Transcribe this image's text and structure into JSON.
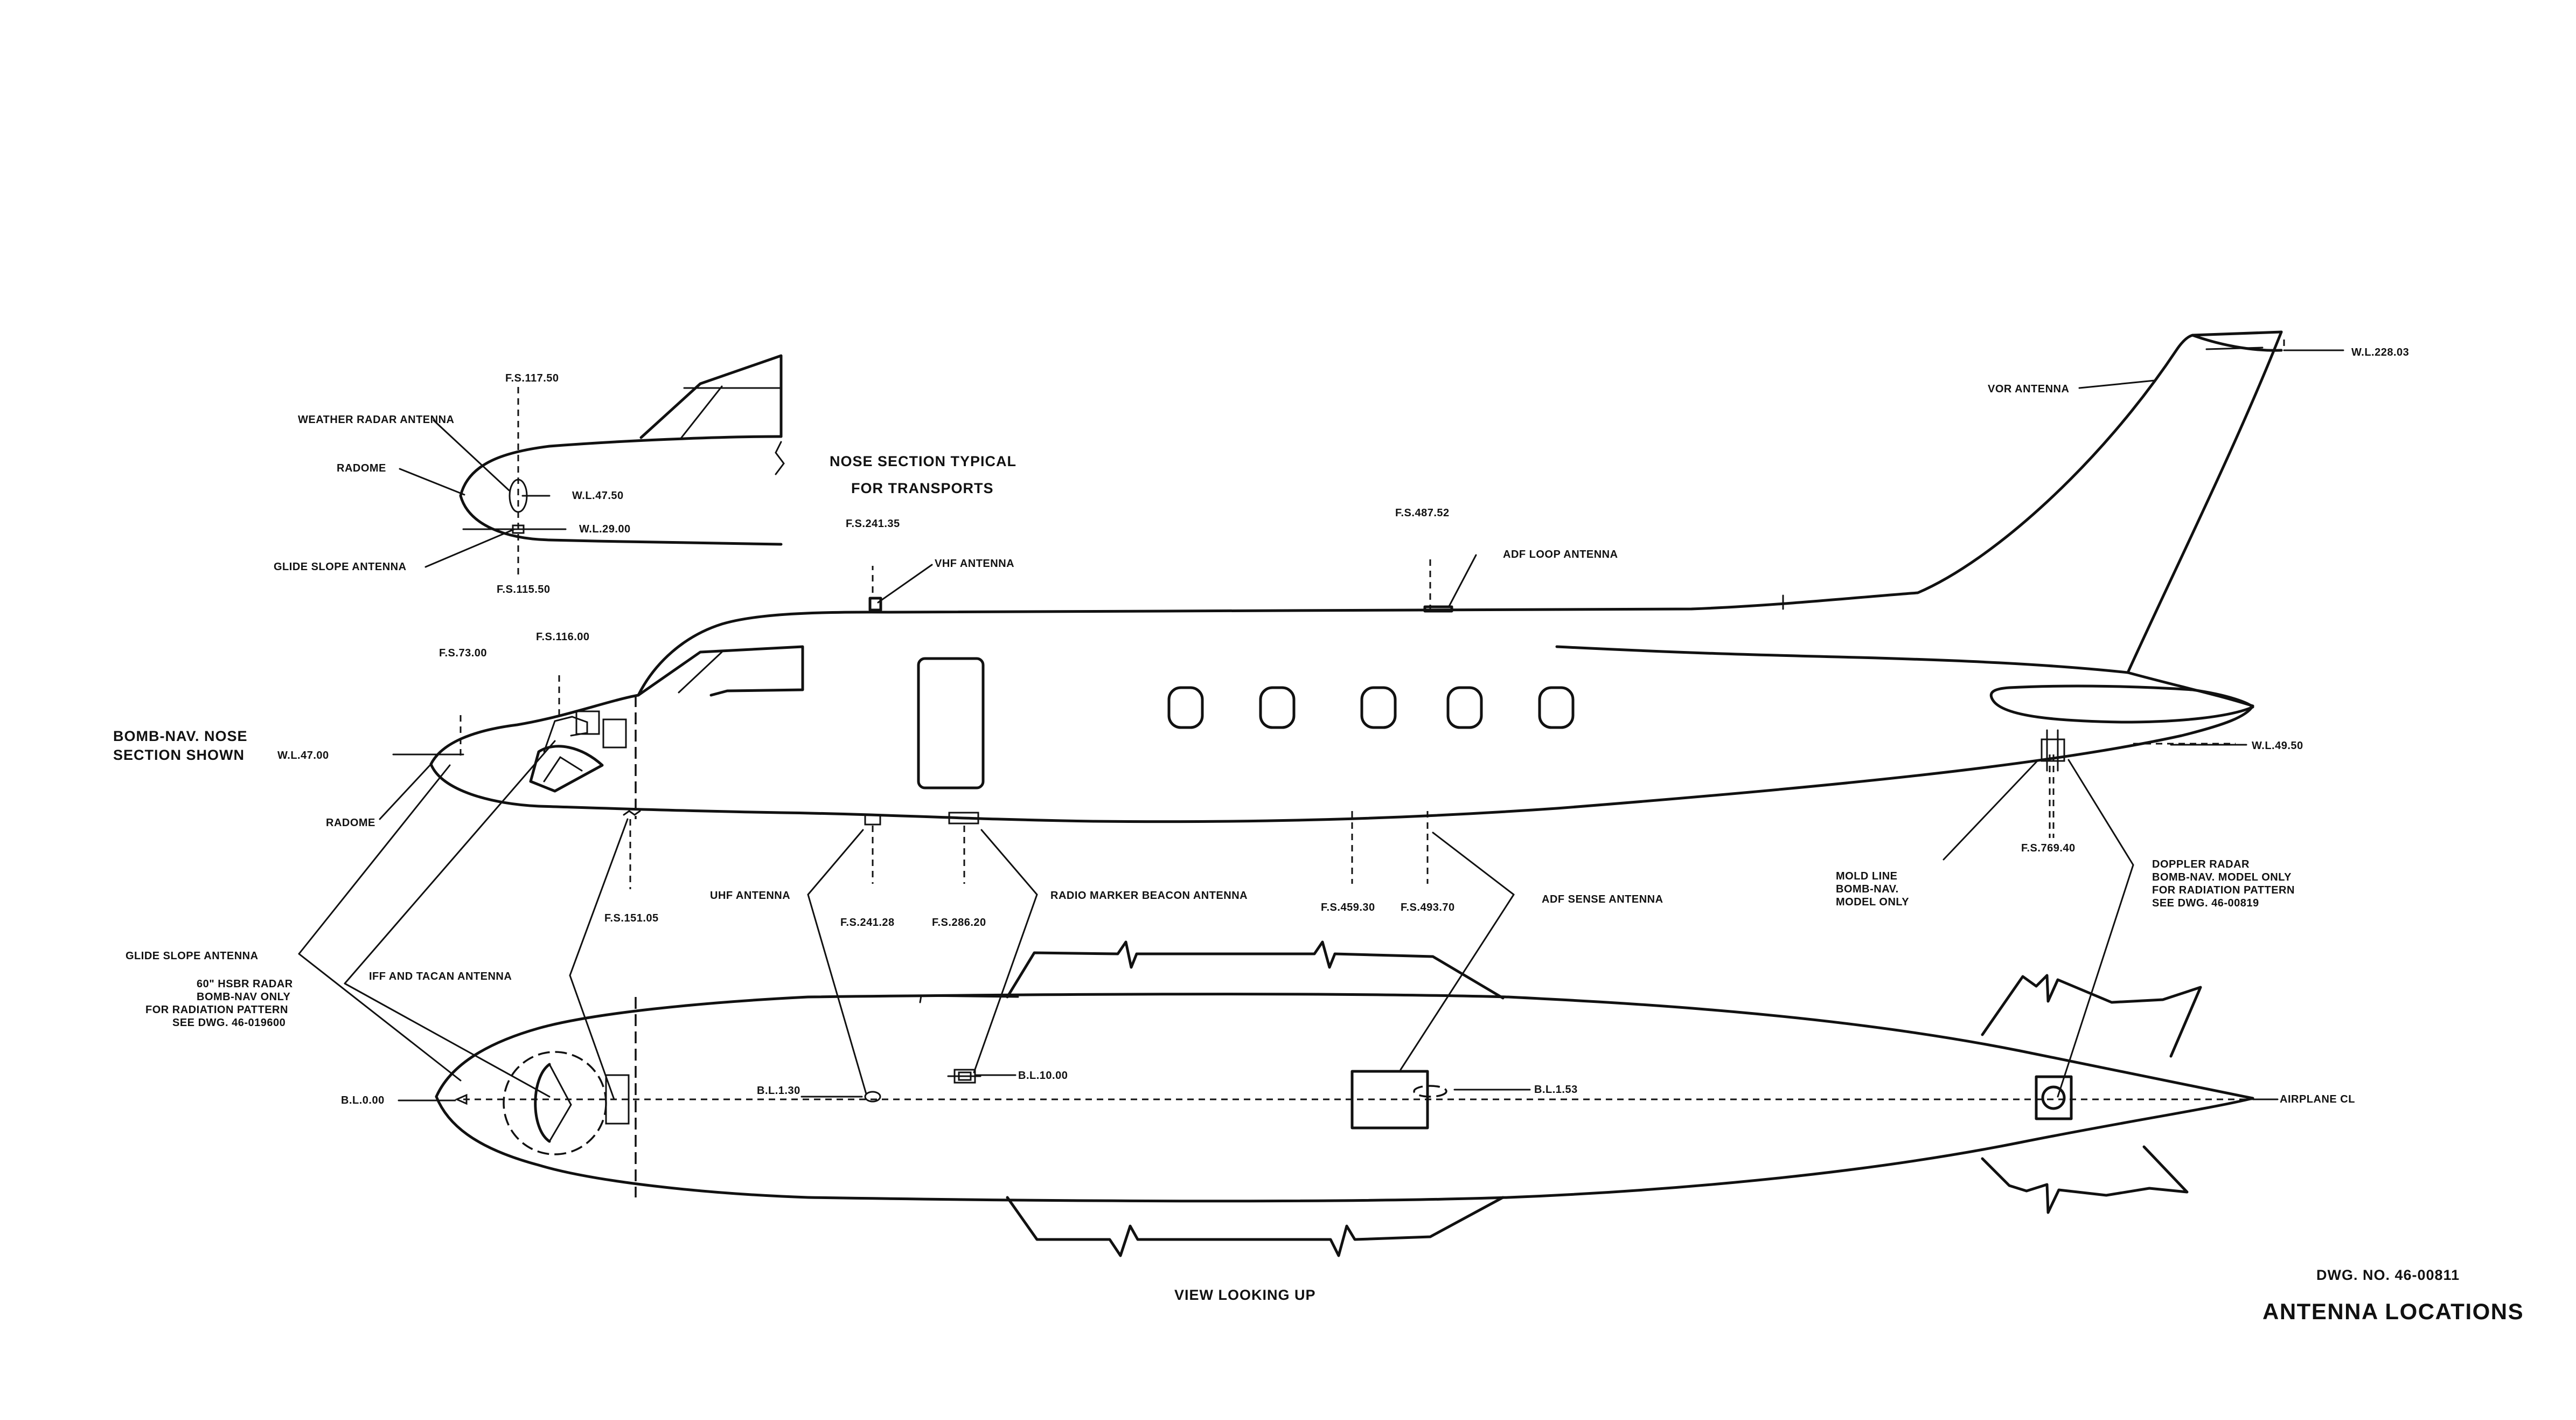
{
  "drawing": {
    "number": "DWG. NO. 46-00811",
    "title": "ANTENNA LOCATIONS"
  },
  "views": {
    "nose_typical": "NOSE SECTION TYPICAL\nFOR TRANSPORTS",
    "bomb_nav_nose": "BOMB-NAV. NOSE\nSECTION SHOWN",
    "bottom": "VIEW LOOKING UP"
  },
  "nose_inset": {
    "fs_117": "F.S.117.50",
    "weather_radar": "WEATHER RADAR ANTENNA",
    "radome": "RADOME",
    "wl_47_50": "W.L.47.50",
    "wl_29": "W.L.29.00",
    "glide_slope": "GLIDE SLOPE ANTENNA",
    "fs_115": "F.S.115.50"
  },
  "side_view": {
    "fs_241_35": "F.S.241.35",
    "vhf": "VHF ANTENNA",
    "fs_487": "F.S.487.52",
    "adf_loop": "ADF LOOP ANTENNA",
    "vor": "VOR ANTENNA",
    "wl_228": "W.L.228.03",
    "fs_116": "F.S.116.00",
    "fs_73": "F.S.73.00",
    "wl_47": "W.L.47.00",
    "radome": "RADOME",
    "wl_49_50": "W.L.49.50",
    "fs_769": "F.S.769.40",
    "mold_line": "MOLD LINE\nBOMB-NAV.\nMODEL ONLY",
    "doppler": "DOPPLER RADAR\nBOMB-NAV. MODEL ONLY\nFOR RADIATION PATTERN\nSEE DWG.  46-00819",
    "uhf": "UHF ANTENNA",
    "fs_241_28": "F.S.241.28",
    "fs_286": "F.S.286.20",
    "radio_marker": "RADIO MARKER BEACON ANTENNA",
    "fs_151": "F.S.151.05",
    "fs_459": "F.S.459.30",
    "fs_493": "F.S.493.70",
    "adf_sense": "ADF SENSE ANTENNA"
  },
  "left_callouts": {
    "glide_slope": "GLIDE SLOPE ANTENNA",
    "iff_tacan": "IFF AND TACAN ANTENNA",
    "hsbr": "60\" HSBR RADAR\nBOMB-NAV ONLY\nFOR RADIATION PATTERN\nSEE DWG. 46-019600"
  },
  "bottom_view": {
    "bl_0": "B.L.0.00",
    "bl_1_30": "B.L.1.30",
    "bl_10": "B.L.10.00",
    "bl_1_53": "B.L.1.53",
    "airplane_cl": "AIRPLANE CL"
  }
}
